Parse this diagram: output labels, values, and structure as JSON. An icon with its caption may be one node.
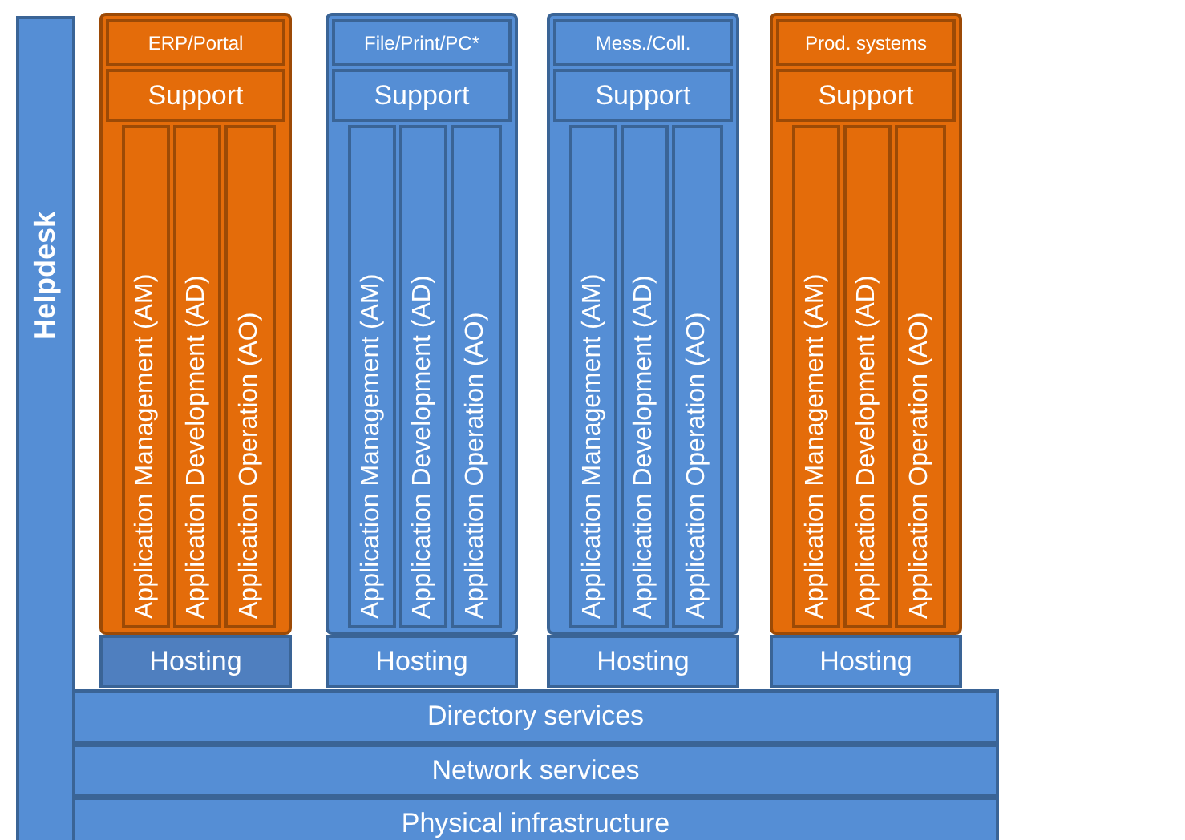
{
  "diagram": {
    "nodes": [
      {
        "text": [
          "Helpdesk"
        ]
      },
      {
        "text": [],
        "shape": "box"
      },
      {
        "text": [
          "ERP/Portal"
        ],
        "in": 1
      },
      {
        "text": [
          "Support"
        ],
        "in": 1
      },
      {
        "text": [
          "Application Management (AM)"
        ],
        "in": 1
      },
      {
        "text": [
          "Application Development (AD)"
        ],
        "in": 1
      },
      {
        "text": [
          "Application Operation (AO)"
        ],
        "in": 1
      },
      {
        "text": [
          "Hosting"
        ]
      },
      {
        "text": [],
        "shape": "box"
      },
      {
        "text": [
          "File/Print/PC*"
        ],
        "in": 8
      },
      {
        "text": [
          "Support"
        ],
        "in": 8
      },
      {
        "text": [
          "Application Management (AM)"
        ],
        "in": 8
      },
      {
        "text": [
          "Application Development (AD)"
        ],
        "in": 8
      },
      {
        "text": [
          "Application Operation (AO)"
        ],
        "in": 8
      },
      {
        "text": [
          "Hosting"
        ]
      },
      {
        "text": [],
        "shape": "box"
      },
      {
        "text": [
          "Mess./Coll."
        ],
        "in": 15
      },
      {
        "text": [
          "Support"
        ],
        "in": 15
      },
      {
        "text": [
          "Application Management (AM)"
        ],
        "in": 15
      },
      {
        "text": [
          "Application Development (AD)"
        ],
        "in": 15
      },
      {
        "text": [
          "Application Operation (AO)"
        ],
        "in": 15
      },
      {
        "text": [
          "Hosting"
        ]
      },
      {
        "text": [],
        "shape": "box"
      },
      {
        "text": [
          "Prod. systems"
        ],
        "in": 22
      },
      {
        "text": [
          "Support"
        ],
        "in": 22
      },
      {
        "text": [
          "Application Management (AM)"
        ],
        "in": 22
      },
      {
        "text": [
          "Application Development (AD)"
        ],
        "in": 22
      },
      {
        "text": [
          "Application Operation (AO)"
        ],
        "in": 22
      },
      {
        "text": [
          "Hosting"
        ]
      },
      {
        "text": [
          "Directory services"
        ]
      },
      {
        "text": [
          "Network services"
        ]
      },
      {
        "text": [
          "Physical infrastructure"
        ]
      }
    ]
  }
}
